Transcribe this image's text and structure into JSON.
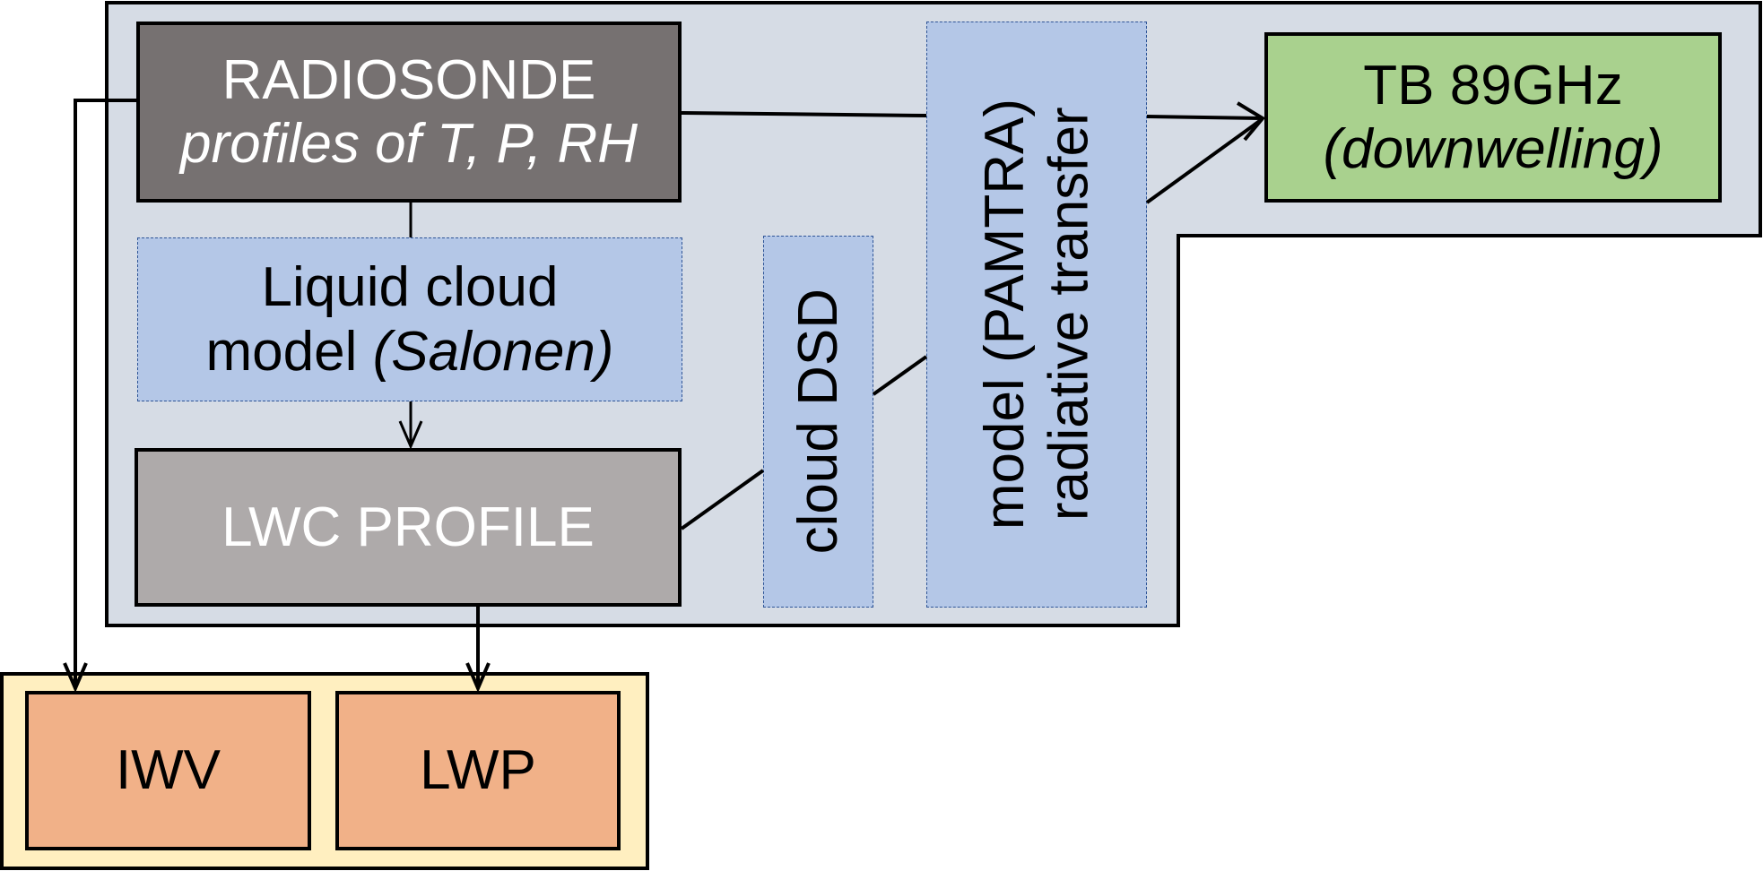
{
  "diagram": {
    "radiosonde": {
      "title": "RADIOSONDE",
      "subtitle": "profiles of T, P, RH"
    },
    "cloud_model": {
      "line1": "Liquid cloud",
      "line2_plain": "model ",
      "line2_italic": "(Salonen)"
    },
    "lwc": {
      "label": "LWC PROFILE"
    },
    "cloud_dsd": {
      "label": "cloud DSD"
    },
    "pamtra": {
      "line1": "radiative transfer",
      "line2": "model (PAMTRA)"
    },
    "tb": {
      "title": "TB 89GHz",
      "subtitle": "(downwelling)"
    },
    "outputs": {
      "iwv": "IWV",
      "lwp": "LWP"
    },
    "colors": {
      "outer_region": "#d6dce5",
      "radiosonde": "#767171",
      "dashed_fill": "#b4c7e7",
      "lwc": "#aeaaaa",
      "tb": "#a9d18e",
      "output_container": "#ffefc0",
      "output_box": "#f1b188"
    }
  }
}
